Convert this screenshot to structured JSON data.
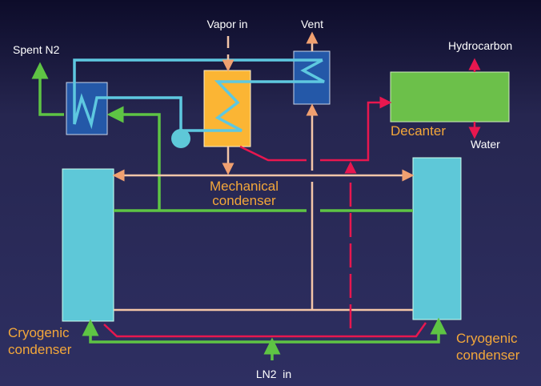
{
  "labels": {
    "vapor_in": "Vapor in",
    "vent": "Vent",
    "spent_n2": "Spent N2",
    "hydrocarbon": "Hydrocarbon",
    "water": "Water",
    "decanter": "Decanter",
    "mechanical_1": "Mechanical",
    "mechanical_2": "condenser",
    "cryo_left_1": "Cryogenic",
    "cryo_left_2": "condenser",
    "cryo_right_1": "Cryogenic",
    "cryo_right_2": "condenser",
    "ln2_in": "LN2  in"
  },
  "colors": {
    "background": "#2e2f62",
    "coolant_line": "#5ec8e0",
    "nitrogen_line": "#5ec444",
    "vapor_line": "#f4c6a8",
    "liquid_line": "#e8174f",
    "mechanical_condenser": "#fbb534",
    "heat_exchanger": "#2458a8",
    "cryogenic_condenser": "#5ec8d8",
    "decanter": "#6cc04a",
    "label_accent": "#f3a73a"
  }
}
